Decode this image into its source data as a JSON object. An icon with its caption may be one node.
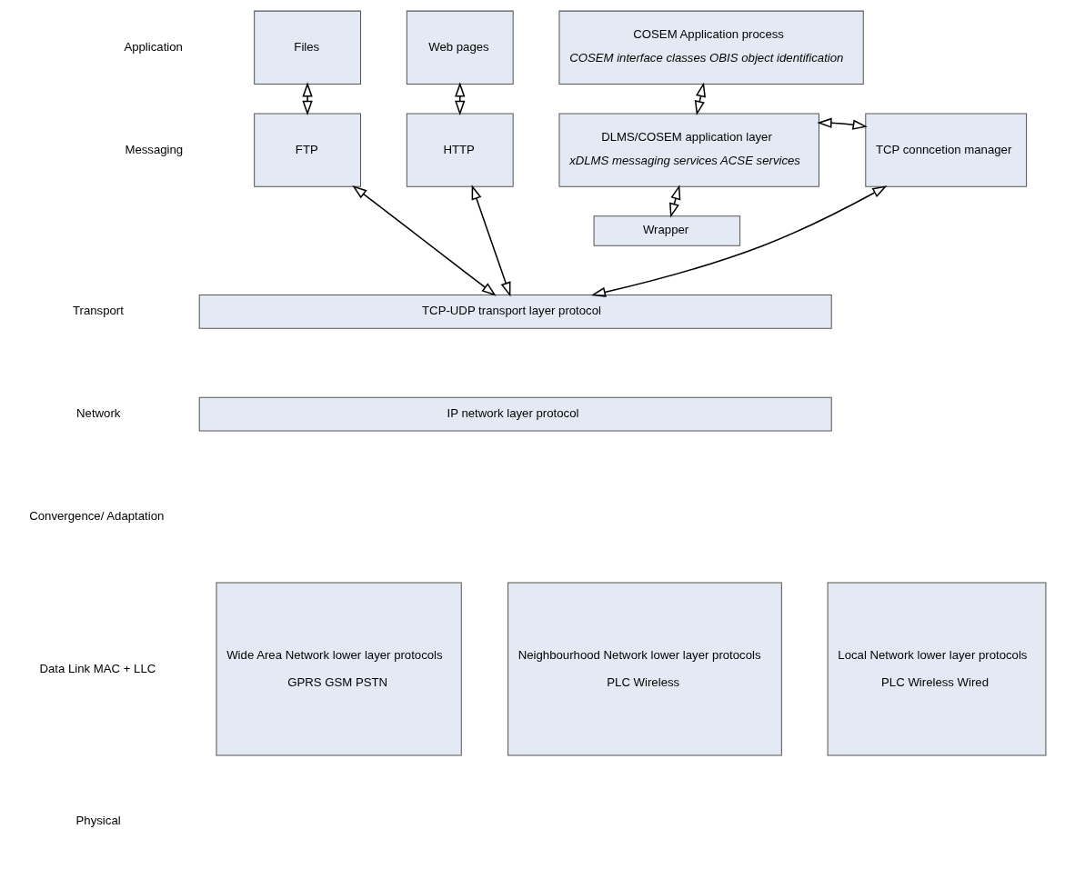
{
  "diagram": {
    "nodes": [
      {
        "text": [
          "Files"
        ]
      },
      {
        "text": [
          "Web pages"
        ]
      },
      {
        "text": [
          "COSEM Application process",
          "COSEM interface classes OBIS object identification"
        ]
      },
      {
        "text": [
          "FTP"
        ]
      },
      {
        "text": [
          "HTTP"
        ]
      },
      {
        "text": [
          "DLMS/COSEM application layer",
          "xDLMS messaging services ACSE services"
        ]
      },
      {
        "text": [
          "TCP conncetion manager"
        ]
      },
      {
        "text": [
          "Wrapper"
        ]
      },
      {
        "text": [
          "TCP-UDP transport layer protocol"
        ]
      },
      {
        "text": [
          "IP network layer protocol"
        ]
      },
      {
        "text": [
          "Wide Area Network lower layer protocols",
          "GPRS GSM PSTN"
        ]
      },
      {
        "text": [
          "Neighbourhood Network lower layer protocols",
          "PLC Wireless"
        ]
      },
      {
        "text": [
          "Local Network lower layer protocols",
          "PLC Wireless Wired"
        ]
      }
    ],
    "edges": [
      {
        "from": 0,
        "to": 3,
        "arrow": "both"
      },
      {
        "from": 1,
        "to": 4,
        "arrow": "both"
      },
      {
        "from": 2,
        "to": 5,
        "arrow": "both"
      },
      {
        "from": 5,
        "to": 6,
        "arrow": "both"
      },
      {
        "from": 3,
        "to": 8,
        "arrow": "both"
      },
      {
        "from": 4,
        "to": 8,
        "arrow": "both"
      },
      {
        "from": 5,
        "to": 7,
        "arrow": "both"
      },
      {
        "from": 6,
        "to": 8,
        "arrow": "both"
      }
    ],
    "labels": [
      "Application",
      "Messaging",
      "Transport",
      "Network",
      "Convergence/ Adaptation",
      "Data Link MAC + LLC",
      "Physical"
    ]
  }
}
